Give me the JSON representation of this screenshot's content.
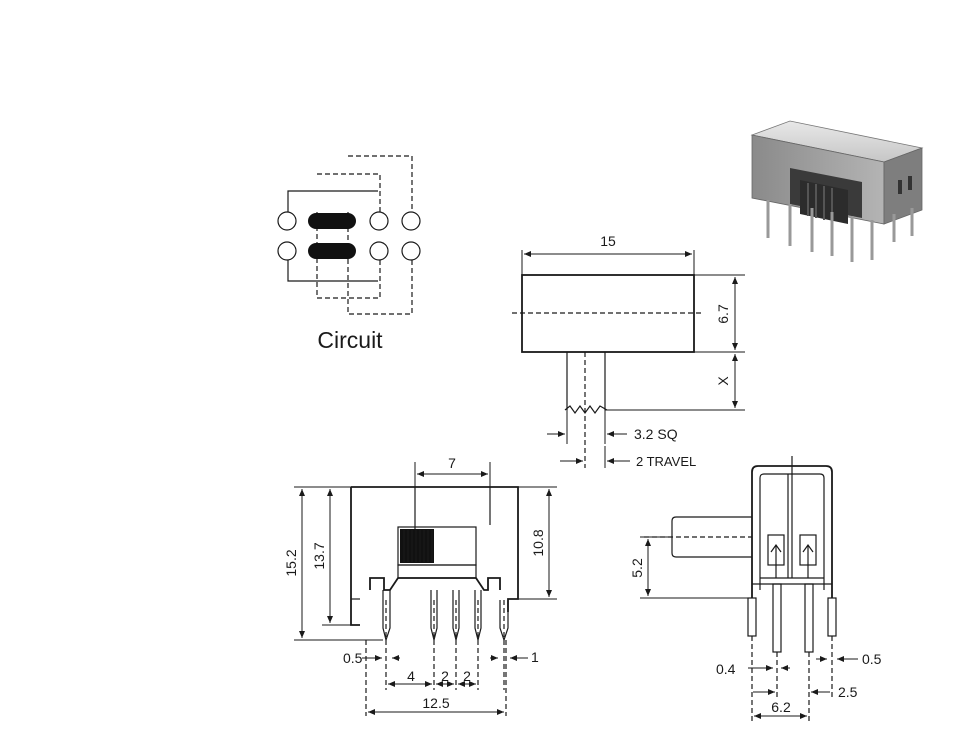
{
  "circuit": {
    "label": "Circuit"
  },
  "dimensions": {
    "top_width": "15",
    "top_height": "6.7",
    "actuator_extension": "X",
    "actuator_size": "3.2 SQ",
    "travel": "2 TRAVEL",
    "front_pitch_top": "7",
    "front_height_total": "15.2",
    "front_height_body": "13.7",
    "front_height_right": "10.8",
    "front_pin_width": "0.5",
    "front_pin_right": "1",
    "front_spacing_4": "4",
    "front_spacing_2a": "2",
    "front_spacing_2b": "2",
    "front_width_total": "12.5",
    "side_actuator_height": "5.2",
    "side_pin_left": "0.4",
    "side_pin_right": "0.5",
    "side_offset": "2.5",
    "side_width": "6.2"
  },
  "colors": {
    "line": "#1a1a1a",
    "photo_body": "#9a9a9a"
  },
  "icons": {
    "product_photo": "slide-switch-photo"
  }
}
